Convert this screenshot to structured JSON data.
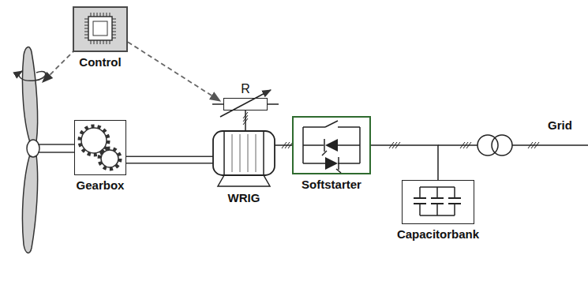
{
  "diagram": {
    "nodes": [
      {
        "text": [
          "Control"
        ]
      },
      {
        "text": [
          "R"
        ]
      },
      {
        "text": [
          "Gearbox"
        ]
      },
      {
        "text": [
          "WRIG"
        ]
      },
      {
        "text": [
          "Softstarter"
        ]
      },
      {
        "text": [
          "Capacitorbank"
        ]
      }
    ],
    "edges": [
      {
        "from": 0,
        "to": 1,
        "arrow": "to"
      },
      {
        "from": 2,
        "to": 3,
        "arrow": "none"
      },
      {
        "from": 1,
        "to": 3,
        "arrow": "none"
      },
      {
        "from": 3,
        "to": 4,
        "arrow": "none"
      },
      {
        "from": 4,
        "to": 5,
        "arrow": "none"
      }
    ],
    "labels": [
      "Grid"
    ]
  }
}
